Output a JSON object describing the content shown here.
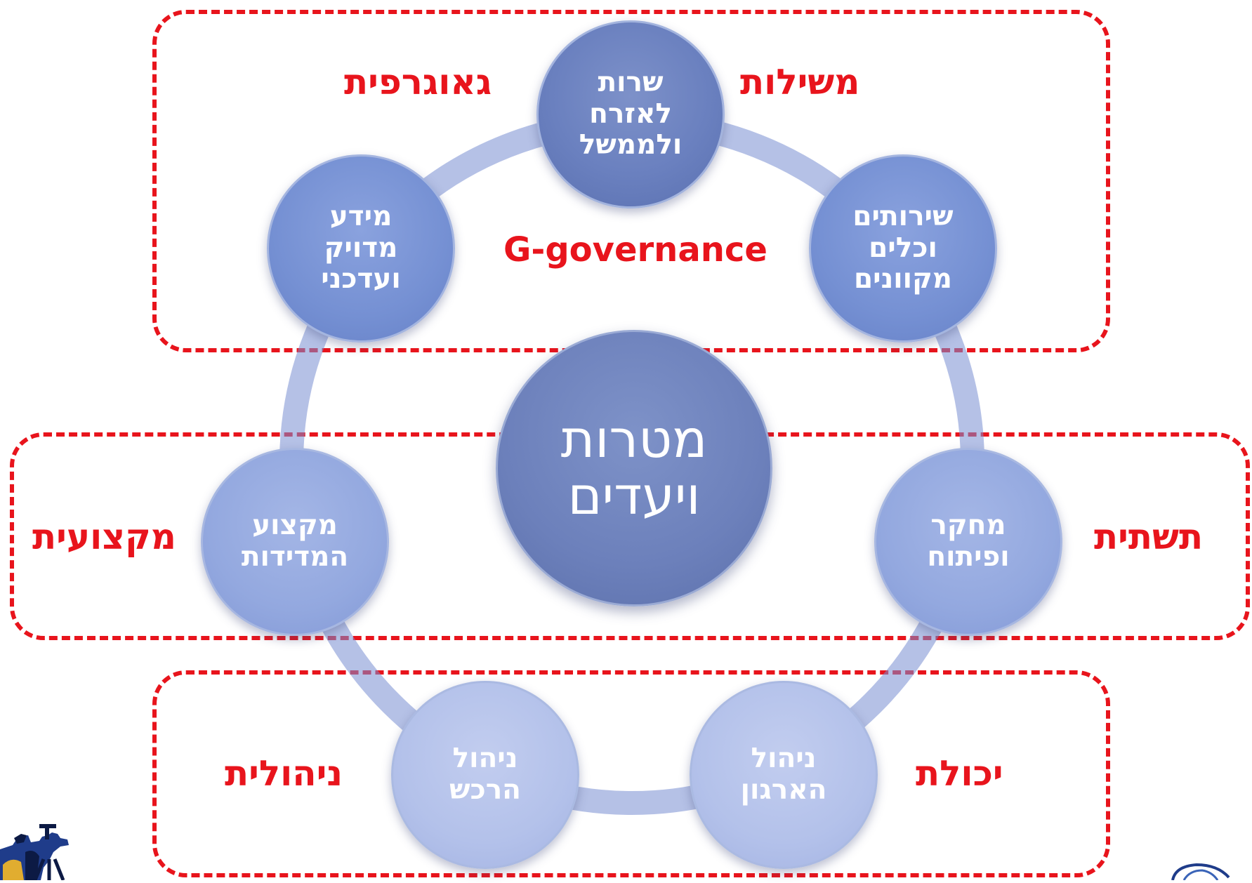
{
  "center": {
    "line1": "מטרות",
    "line2": "ויעדים"
  },
  "circles": {
    "top": [
      "שרות",
      "לאזרח",
      "ולממשל"
    ],
    "upper_right": [
      "שירותים",
      "וכלים",
      "מקוונים"
    ],
    "upper_left": [
      "מידע",
      "מדויק",
      "ועדכני"
    ],
    "mid_right": [
      "מחקר",
      "ופיתוח"
    ],
    "mid_left": [
      "מקצוע",
      "המדידות"
    ],
    "low_right": [
      "ניהול",
      "הארגון"
    ],
    "low_left": [
      "ניהול",
      "הרכש"
    ]
  },
  "categories": {
    "geographic": "גאוגרפית",
    "governance": "משילות",
    "professional": "מקצועית",
    "infrastructure": "תשתית",
    "managerial": "ניהולית",
    "capability": "יכולת"
  },
  "g_governance": "G-governance",
  "colors": {
    "accent_red": "#e8141c",
    "node_blue": "#6a80bf"
  },
  "icons": [
    "surveyor-logo-icon",
    "globe-logo-icon"
  ]
}
